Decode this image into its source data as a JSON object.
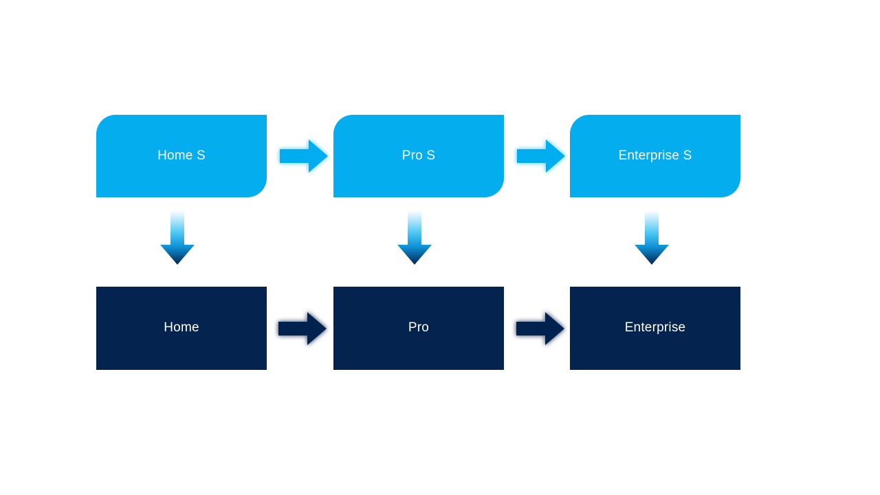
{
  "diagram": {
    "type": "process-flow",
    "background_color": "#ffffff",
    "rows": [
      {
        "id": "top-row",
        "style": "rounded",
        "fill_color": "#03ADEE",
        "text_color": "#ffffff",
        "nodes": [
          {
            "id": "home-s",
            "label": "Home S"
          },
          {
            "id": "pro-s",
            "label": "Pro S"
          },
          {
            "id": "enterprise-s",
            "label": "Enterprise S"
          }
        ],
        "connectors": [
          {
            "id": "top-arrow-1",
            "direction": "right",
            "color": "#03ADEE",
            "from": "home-s",
            "to": "pro-s"
          },
          {
            "id": "top-arrow-2",
            "direction": "right",
            "color": "#03ADEE",
            "from": "pro-s",
            "to": "enterprise-s"
          }
        ]
      },
      {
        "id": "bottom-row",
        "style": "square",
        "fill_color": "#04234F",
        "text_color": "#ffffff",
        "nodes": [
          {
            "id": "home",
            "label": "Home"
          },
          {
            "id": "pro",
            "label": "Pro"
          },
          {
            "id": "enterprise",
            "label": "Enterprise"
          }
        ],
        "connectors": [
          {
            "id": "bottom-arrow-1",
            "direction": "right",
            "color": "#04234F",
            "from": "home",
            "to": "pro"
          },
          {
            "id": "bottom-arrow-2",
            "direction": "right",
            "color": "#04234F",
            "from": "pro",
            "to": "enterprise"
          }
        ]
      }
    ],
    "vertical_connectors": [
      {
        "id": "down-arrow-1",
        "direction": "down",
        "from": "home-s",
        "to": "home",
        "gradient_start": "#ffffff",
        "gradient_mid": "#2EC0F2",
        "gradient_end": "#04234F"
      },
      {
        "id": "down-arrow-2",
        "direction": "down",
        "from": "pro-s",
        "to": "pro",
        "gradient_start": "#ffffff",
        "gradient_mid": "#2EC0F2",
        "gradient_end": "#04234F"
      },
      {
        "id": "down-arrow-3",
        "direction": "down",
        "from": "enterprise-s",
        "to": "enterprise",
        "gradient_start": "#ffffff",
        "gradient_mid": "#2EC0F2",
        "gradient_end": "#04234F"
      }
    ],
    "icons": {
      "arrow_right": "arrow-right-icon",
      "arrow_down": "arrow-down-icon"
    }
  }
}
